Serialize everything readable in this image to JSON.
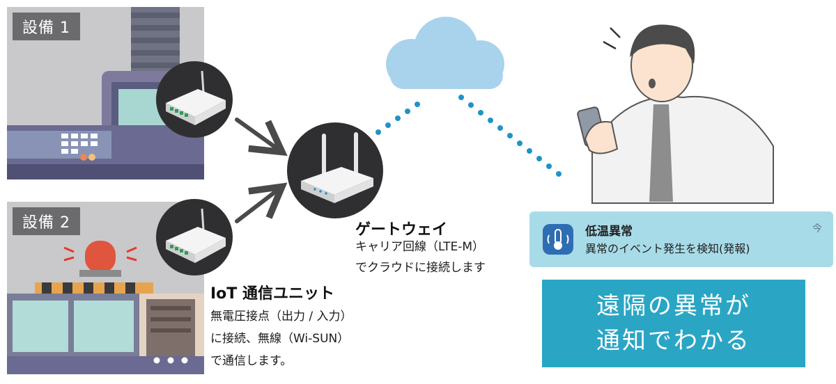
{
  "equipment": [
    {
      "label": "設備 1"
    },
    {
      "label": "設備 2"
    }
  ],
  "gateway": {
    "title": "ゲートウェイ",
    "desc": [
      "キャリア回線（LTE-M）",
      "でクラウドに接続します"
    ]
  },
  "iot_unit": {
    "title": "IoT 通信ユニット",
    "desc": [
      "無電圧接点（出力 / 入力）",
      "に接続、無線（Wi-SUN）",
      "で通信します。"
    ]
  },
  "notification": {
    "title": "低温異常",
    "body": "異常のイベント発生を検知(発報)",
    "time": "今",
    "icon": "thermometer-icon"
  },
  "callout": {
    "lines": [
      "遠隔の異常が",
      "通知でわかる"
    ]
  },
  "colors": {
    "equipment_bg": "#c9c9cb",
    "label_bg": "#6b6b6d",
    "badge": "#2f2f31",
    "cloud": "#a9d3ec",
    "dots": "#1f93c9",
    "arrow": "#4a4a4a",
    "notification_bg": "#a8dbe8",
    "callout_bg": "#2aa6c4"
  }
}
